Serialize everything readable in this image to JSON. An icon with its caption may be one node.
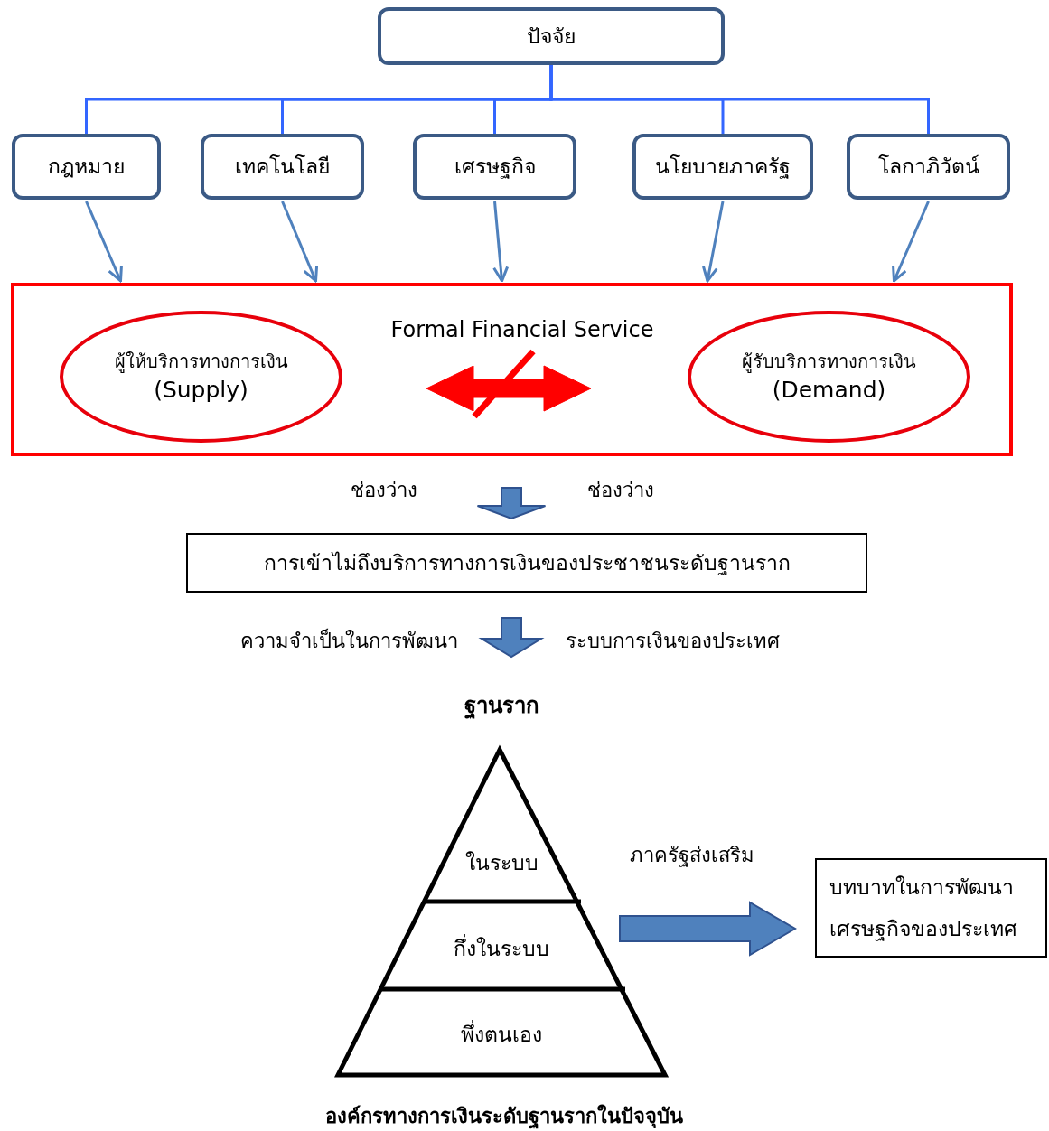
{
  "diagram": {
    "nodes": [
      {
        "text": [
          "ปัจจัย"
        ]
      },
      {
        "text": [
          "กฎหมาย"
        ]
      },
      {
        "text": [
          "เทคโนโลยี"
        ]
      },
      {
        "text": [
          "เศรษฐกิจ"
        ]
      },
      {
        "text": [
          "นโยบายภาครัฐ"
        ]
      },
      {
        "text": [
          "โลกาภิวัตน์"
        ]
      },
      {
        "text": [],
        "shape": "box"
      },
      {
        "text": [
          "ผู้ให้บริการทางการเงิน",
          "(Supply)"
        ],
        "in": 6
      },
      {
        "text": [
          "ผู้รับบริการทางการเงิน",
          "(Demand)"
        ],
        "in": 6
      },
      {
        "text": [
          "การเข้าไม่ถึงบริการทางการเงินของประชาชนระดับฐานราก"
        ]
      },
      {
        "text": [
          "ฐานราก"
        ],
        "beside": [
          "องค์กรทางการเงินระดับฐานรากในปัจจุบัน"
        ]
      },
      {
        "text": [
          "ในระบบ"
        ],
        "in": 10
      },
      {
        "text": [
          "กึ่งในระบบ"
        ],
        "in": 10
      },
      {
        "text": [
          "พึ่งตนเอง"
        ],
        "in": 10
      },
      {
        "text": [
          "บทบาทในการพัฒนา เศรษฐกิจของประเทศ"
        ]
      }
    ],
    "edges": [
      {
        "from": 0,
        "to": 1,
        "arrow": "none",
        "color": "#3366ff"
      },
      {
        "from": 0,
        "to": 2,
        "arrow": "none",
        "color": "#3366ff"
      },
      {
        "from": 0,
        "to": 3,
        "arrow": "none",
        "color": "#3366ff"
      },
      {
        "from": 0,
        "to": 4,
        "arrow": "none",
        "color": "#3366ff"
      },
      {
        "from": 0,
        "to": 5,
        "arrow": "none",
        "color": "#3366ff"
      },
      {
        "from": 1,
        "to": 6,
        "arrow": "to"
      },
      {
        "from": 2,
        "to": 6,
        "arrow": "to"
      },
      {
        "from": 3,
        "to": 6,
        "arrow": "to"
      },
      {
        "from": 4,
        "to": 6,
        "arrow": "to"
      },
      {
        "from": 5,
        "to": 6,
        "arrow": "to"
      },
      {
        "from": 7,
        "to": 8,
        "arrow": "both",
        "label": "Formal Financial Service",
        "style": "thick",
        "color": "#ff0000"
      },
      {
        "from": 6,
        "to": 9,
        "arrow": "to",
        "style": "thick"
      },
      {
        "from": 9,
        "to": 10,
        "arrow": "to",
        "style": "thick"
      },
      {
        "from": 10,
        "to": 14,
        "arrow": "to",
        "label": "ภาครัฐส่งเสริม",
        "style": "thick"
      }
    ],
    "labels": [
      "ช่องว่าง",
      "ช่องว่าง",
      "ความจำเป็นในการพัฒนา",
      "ระบบการเงินของประเทศ"
    ]
  }
}
